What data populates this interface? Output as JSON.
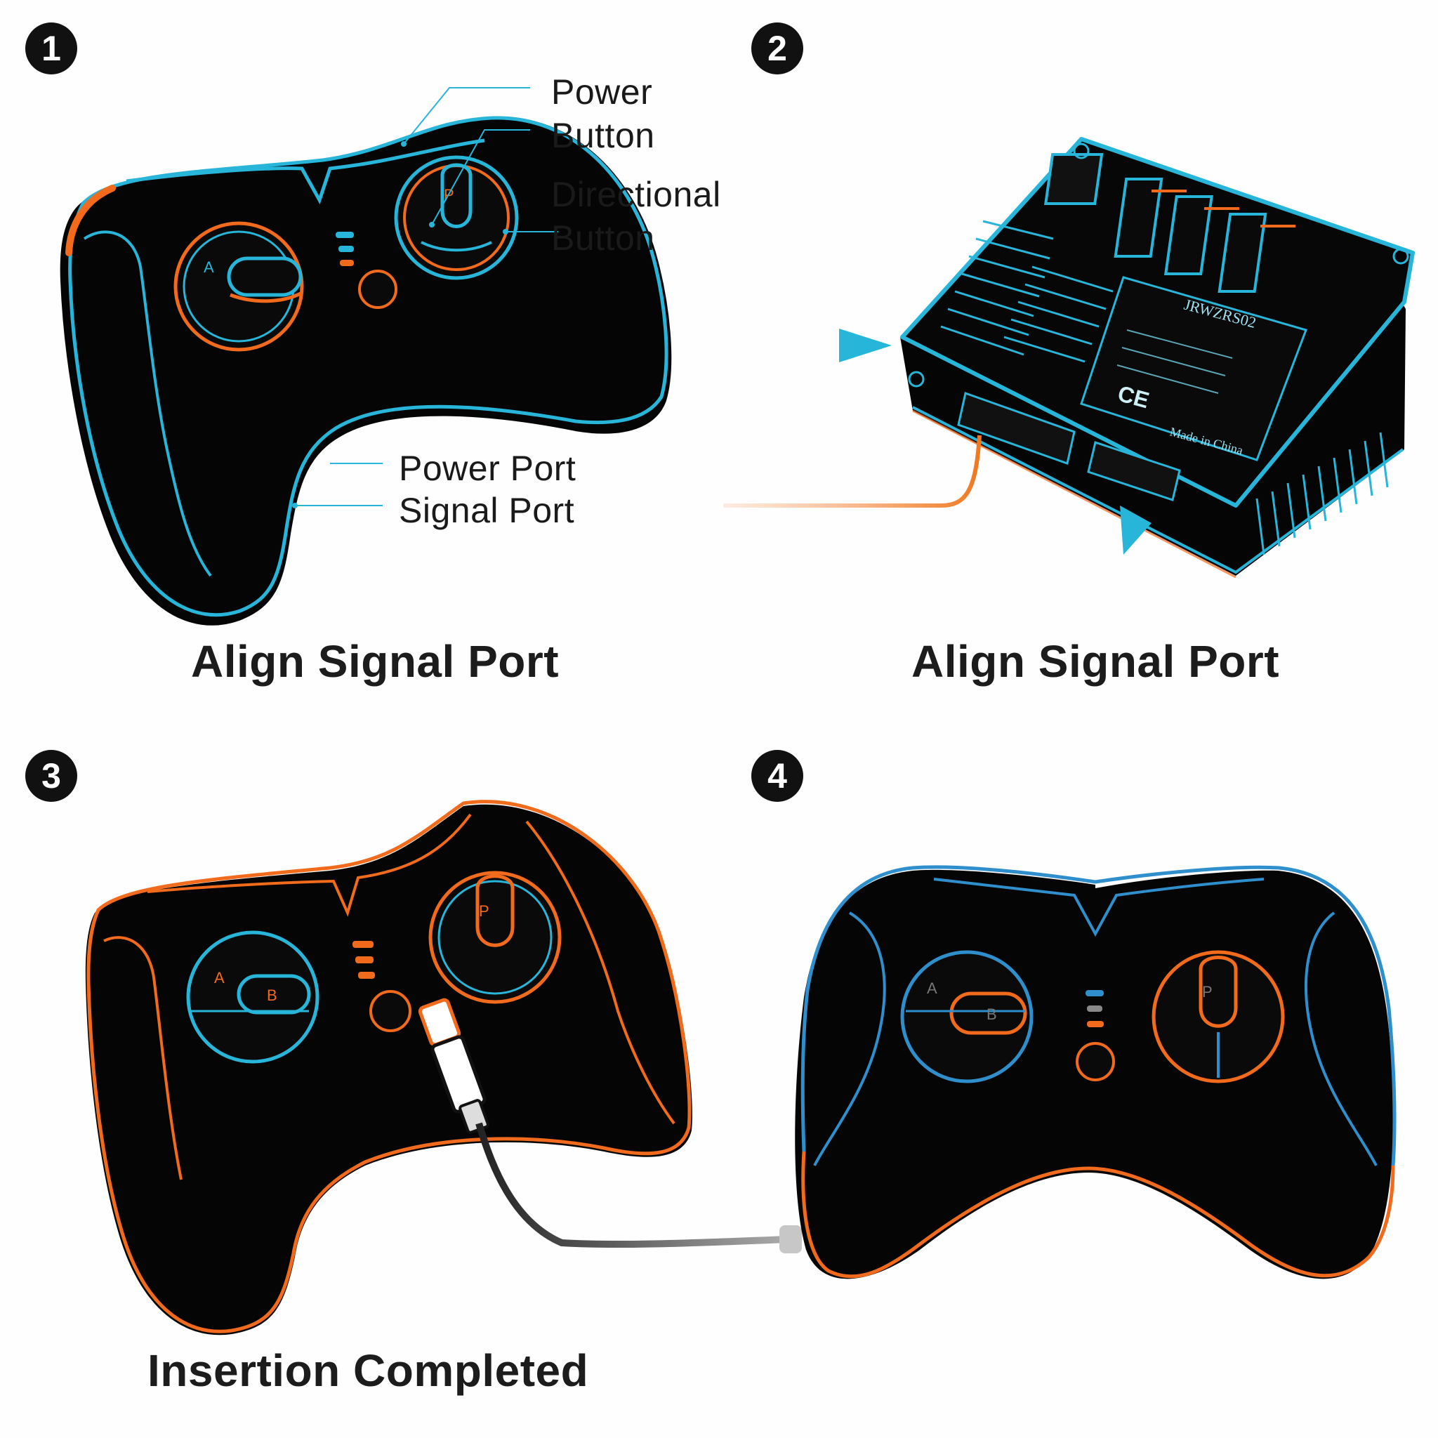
{
  "steps": [
    {
      "number": "1",
      "caption": "Align Signal Port"
    },
    {
      "number": "2",
      "caption": "Align Signal Port"
    },
    {
      "number": "3",
      "caption": "Insertion Completed"
    },
    {
      "number": "4",
      "caption": ""
    }
  ],
  "callouts": {
    "power_button": "Power\nButton",
    "directional_button": "Directional\nButton",
    "power_port": "Power Port",
    "signal_port": "Signal Port"
  },
  "module_label": {
    "model": "JRWZRS02",
    "made_in": "Made in China",
    "ce_mark": "CE"
  },
  "button_glyphs": {
    "a": "A",
    "b": "B",
    "p": "P"
  },
  "colors": {
    "blue": "#27b5d9",
    "orange": "#f26a1b",
    "body": "#050505",
    "text": "#1a1a1a"
  }
}
